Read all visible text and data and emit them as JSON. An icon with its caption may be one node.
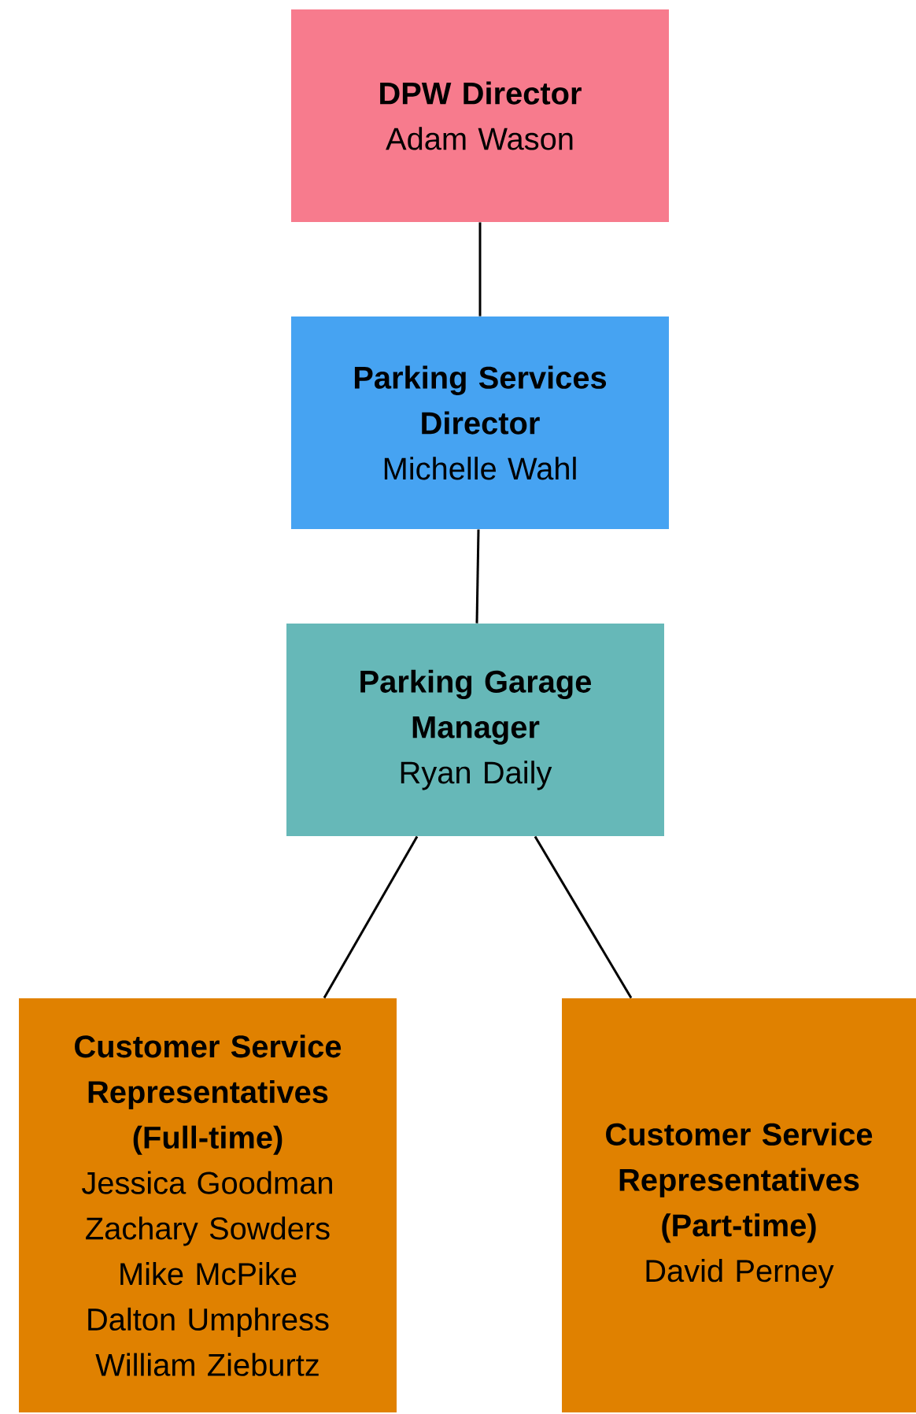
{
  "diagram": {
    "nodes": [
      {
        "text": [
          "DPW Director",
          "Adam Wason"
        ]
      },
      {
        "text": [
          "Parking Services Director",
          "Michelle Wahl"
        ]
      },
      {
        "text": [
          "Parking Garage Manager",
          "Ryan Daily"
        ]
      },
      {
        "text": [
          "Customer Service Representatives (Full-time)",
          "Jessica Goodman",
          "Zachary Sowders",
          "Mike McPike",
          "Dalton Umphress",
          "William Zieburtz"
        ]
      },
      {
        "text": [
          "Customer Service Representatives (Part-time)",
          "David Perney"
        ]
      }
    ],
    "edges": [
      {
        "from": 0,
        "to": 1,
        "arrow": "none"
      },
      {
        "from": 1,
        "to": 2,
        "arrow": "none"
      },
      {
        "from": 2,
        "to": 3,
        "arrow": "none"
      },
      {
        "from": 2,
        "to": 4,
        "arrow": "none"
      }
    ]
  }
}
